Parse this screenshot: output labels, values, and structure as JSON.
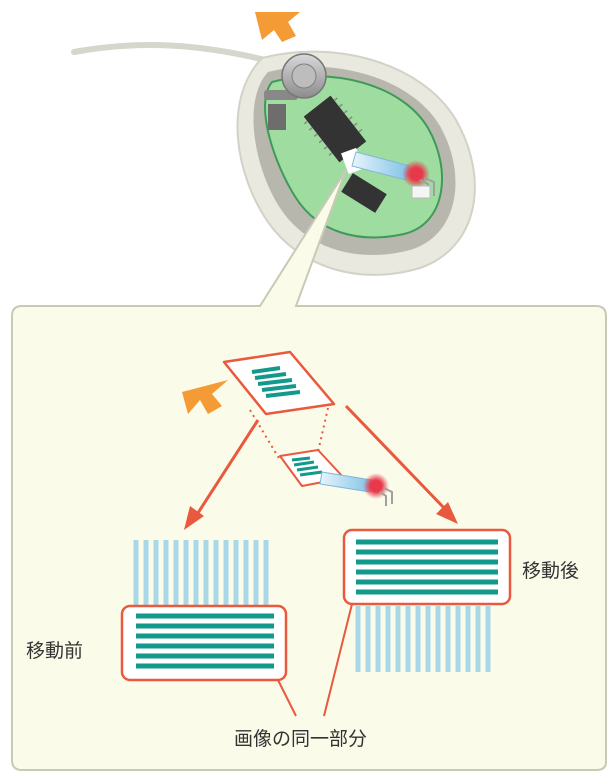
{
  "labels": {
    "before": "移動前",
    "after": "移動後",
    "same_part": "画像の同一部分"
  },
  "colors": {
    "panel_bg": "#fbfbea",
    "panel_border": "#c9c9b6",
    "mouse_shell": "#e9e9df",
    "mouse_inner": "#b7b7ad",
    "board": "#9fdca0",
    "board_edge": "#3f9a5a",
    "chip": "#333333",
    "stripe_teal": "#12998c",
    "stripe_light": "#a8d8e8",
    "highlight": "#e8593e",
    "arrow_orange": "#f49b35",
    "led": "#e8394a"
  },
  "icons": {
    "movement": "orange-direction-arrow-icon",
    "led": "red-led-icon",
    "lens": "light-guide-icon",
    "scroll_wheel": "scroll-wheel-icon"
  }
}
